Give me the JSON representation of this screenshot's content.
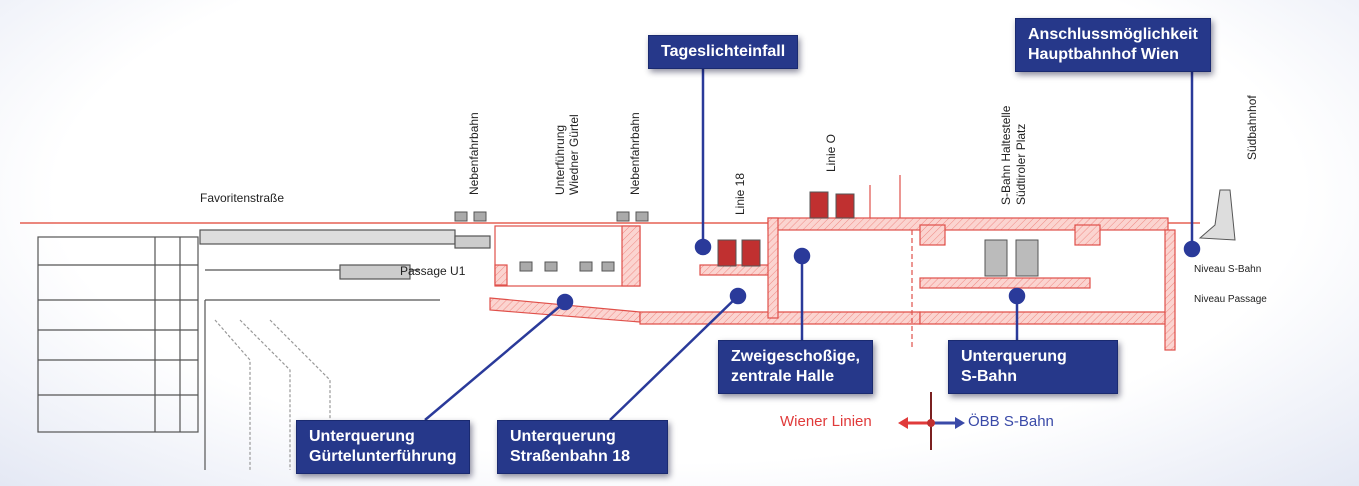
{
  "callouts": {
    "tageslicht": "Tageslichteinfall",
    "anschluss_1": "Anschlussmöglichkeit",
    "anschluss_2": "Hauptbahnhof Wien",
    "halle_1": "Zweigeschoßige,",
    "halle_2": "zentrale Halle",
    "sbahn_1": "Unterquerung",
    "sbahn_2": "S-Bahn",
    "guertel_1": "Unterquerung",
    "guertel_2": "Gürtelunterführung",
    "strassenbahn_1": "Unterquerung",
    "strassenbahn_2": "Straßenbahn 18"
  },
  "labels": {
    "favoritenstrasse": "Favoritenstraße",
    "passage_u1": "Passage U1",
    "nebenfahrbahn_1": "Nebenfahrbahn",
    "unterfuehrung_1": "Unterführung",
    "unterfuehrung_2": "Wiedner Gürtel",
    "nebenfahrbahn_2": "Nebenfahrbahn",
    "linie_18": "Linie 18",
    "linie_o": "Linie O",
    "sbahn_haltestelle_1": "S-Bahn Haltestelle",
    "sbahn_haltestelle_2": "Südtiroler Platz",
    "suedbahnhof": "Südbahnhof",
    "niveau_sbahn": "Niveau S-Bahn",
    "niveau_passage": "Niveau Passage"
  },
  "legend": {
    "wiener_linien": "Wiener Linien",
    "oebb_sbahn": "ÖBB S-Bahn"
  },
  "colors": {
    "callout": "#26388a",
    "wiener_linien": "#e03a3a",
    "oebb": "#3a4aa8",
    "structure": "#e8504a"
  }
}
